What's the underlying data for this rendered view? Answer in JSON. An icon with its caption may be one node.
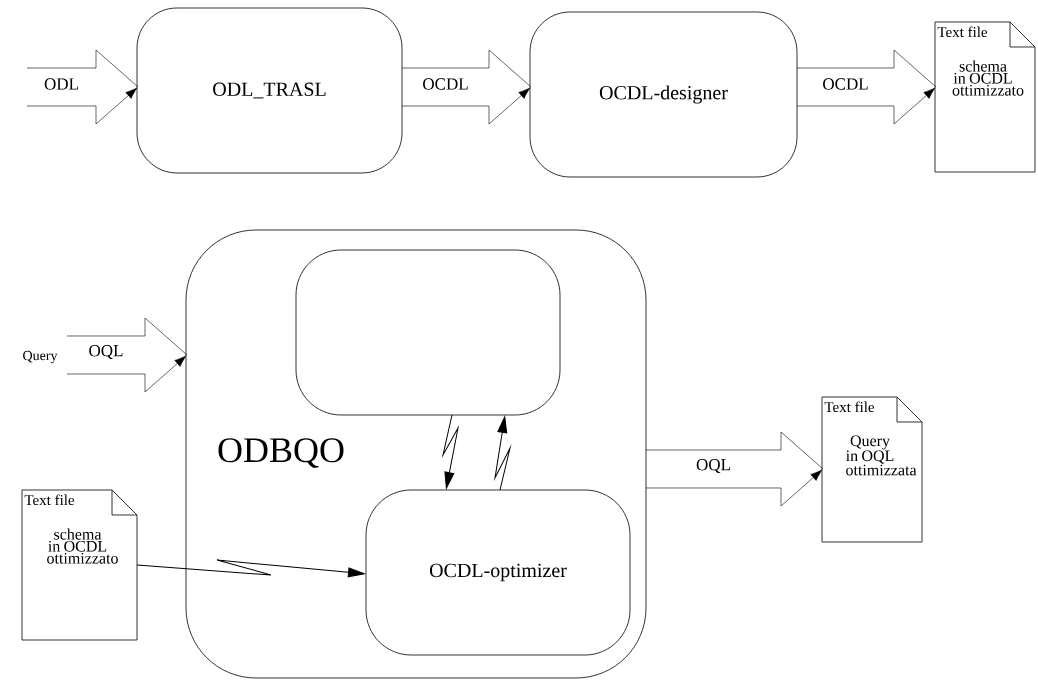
{
  "diagram": {
    "nodes": [
      {
        "text": [
          "ODL_TRASL"
        ]
      },
      {
        "text": [
          "OCDL-designer"
        ]
      },
      {
        "text": [
          "Text file",
          "schema in OCDL ottimizzato"
        ]
      },
      {
        "text": [
          "ODBQO"
        ]
      },
      {
        "text": [],
        "shape": "box",
        "in": 3
      },
      {
        "text": [
          "OCDL-optimizer"
        ],
        "in": 3
      },
      {
        "text": [
          "Text file",
          "schema in OCDL ottimizzato"
        ]
      },
      {
        "text": [
          "Text file",
          "Query in OQL ottimizzata"
        ]
      }
    ],
    "edges": [
      {
        "from": null,
        "to": 0,
        "arrow": "to",
        "label": "ODL"
      },
      {
        "from": 0,
        "to": 1,
        "arrow": "to",
        "label": "OCDL"
      },
      {
        "from": 1,
        "to": 2,
        "arrow": "to",
        "label": "OCDL"
      },
      {
        "from": null,
        "to": 3,
        "arrow": "to",
        "label": "OQL"
      },
      {
        "from": 3,
        "to": 7,
        "arrow": "to",
        "label": "OQL"
      },
      {
        "from": 6,
        "to": 5,
        "arrow": "to"
      },
      {
        "from": 4,
        "to": 5,
        "arrow": "to"
      },
      {
        "from": 5,
        "to": 4,
        "arrow": "to"
      }
    ],
    "labels": [
      "Query"
    ]
  }
}
